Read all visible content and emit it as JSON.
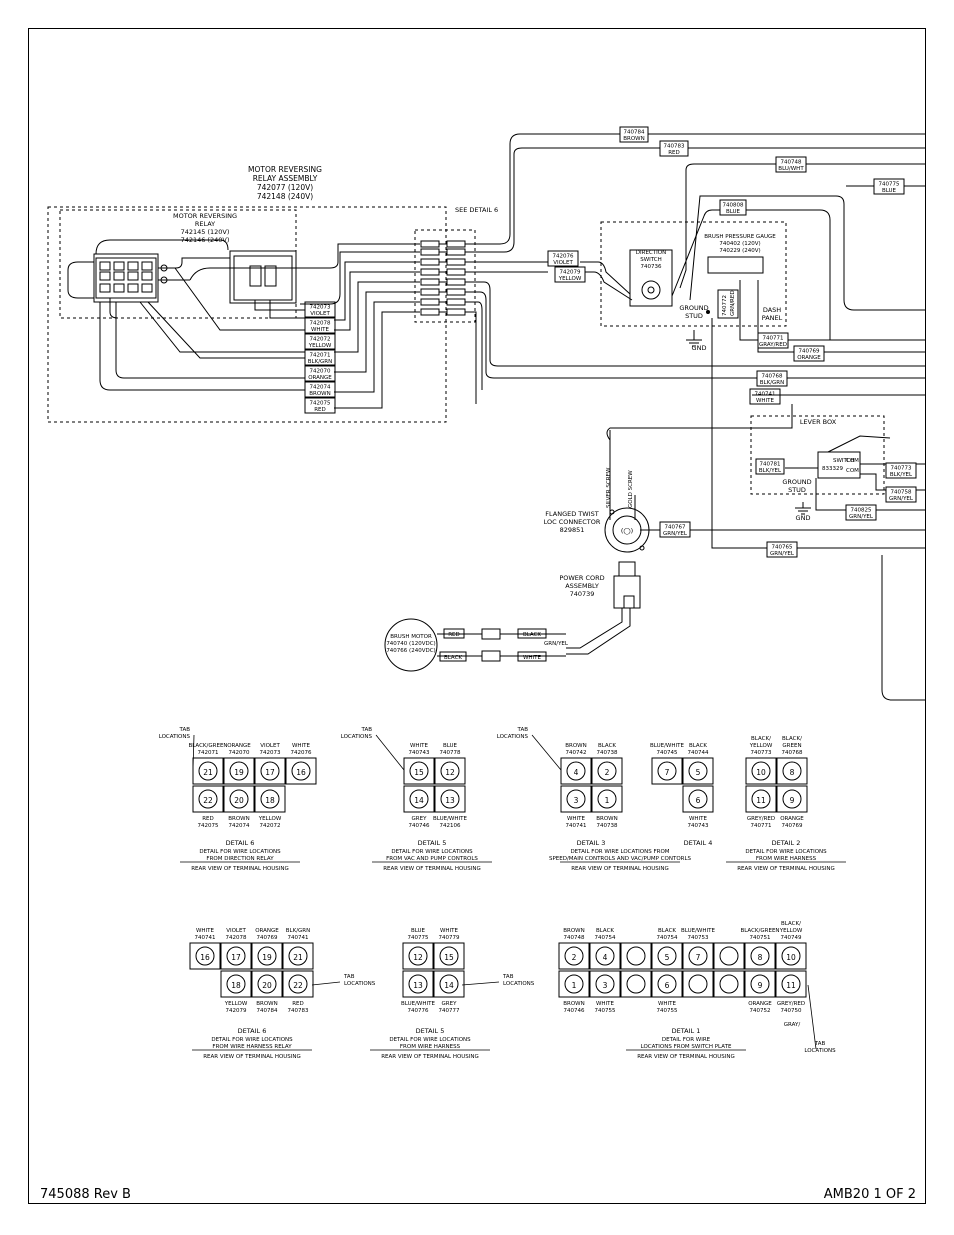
{
  "footer": {
    "doc_number": "745088 Rev B",
    "sheet": "AMB20 1 OF 2"
  },
  "relay_assembly": {
    "line1": "MOTOR REVERSING",
    "line2": "RELAY ASSEMBLY",
    "line3": "742077 (120V)",
    "line4": "742148 (240V)"
  },
  "relay": {
    "line1": "MOTOR REVERSING",
    "line2": "RELAY",
    "line3": "742145 (120V)",
    "line4": "742146 (240V)"
  },
  "see_detail": "SEE DETAIL 6",
  "left_wires": [
    {
      "num": "742073",
      "color": "VIOLET"
    },
    {
      "num": "742078",
      "color": "WHITE"
    },
    {
      "num": "742072",
      "color": "YELLOW"
    },
    {
      "num": "742071",
      "color": "BLK/GRN"
    },
    {
      "num": "742070",
      "color": "ORANGE"
    },
    {
      "num": "742074",
      "color": "BROWN"
    },
    {
      "num": "742075",
      "color": "RED"
    }
  ],
  "top_wires": [
    {
      "num": "740784",
      "color": "BROWN"
    },
    {
      "num": "740783",
      "color": "RED"
    },
    {
      "num": "740748",
      "color": "BLU/WHT"
    },
    {
      "num": "740775",
      "color": "BLUE"
    },
    {
      "num": "740808",
      "color": "BLUE"
    }
  ],
  "mid_wires": [
    {
      "num": "742076",
      "color": "VIOLET"
    },
    {
      "num": "742079",
      "color": "YELLOW"
    }
  ],
  "direction_switch": {
    "line1": "DIRECTION",
    "line2": "SWITCH",
    "line3": "740736"
  },
  "gauge": {
    "line1": "BRUSH PRESSURE GAUGE",
    "line2": "740402 (120V)",
    "line3": "740229 (240V)"
  },
  "dash_panel": {
    "line1": "DASH",
    "line2": "PANEL"
  },
  "ground_stud": {
    "line1": "GROUND",
    "line2": "STUD",
    "gnd": "GND"
  },
  "gauge_wire": {
    "num": "740772",
    "color": "GRN/RED"
  },
  "right_wires": [
    {
      "num": "740771",
      "color": "GRAY/RED"
    },
    {
      "num": "740769",
      "color": "ORANGE"
    },
    {
      "num": "740768",
      "color": "BLK/GRN"
    },
    {
      "num": "740741",
      "color": "WHITE"
    }
  ],
  "lever_box": {
    "title": "LEVER BOX",
    "switch_label": "SWITCH",
    "switch_num": "833329",
    "com": "COM",
    "ground1": "GROUND",
    "ground2": "STUD",
    "gnd": "GND",
    "w781": {
      "num": "740781",
      "color": "BLK/YEL"
    },
    "w773": {
      "num": "740773",
      "color": "BLK/YEL"
    },
    "w758": {
      "num": "740758",
      "color": "GRN/YEL"
    },
    "w825": {
      "num": "740825",
      "color": "GRN/YEL"
    }
  },
  "connector": {
    "line1": "FLANGED TWIST",
    "line2": "LOC CONNECTOR",
    "line3": "829851",
    "silver": "SILVER SCREW",
    "gold": "GOLD SCREW"
  },
  "w767": {
    "num": "740767",
    "color": "GRN/YEL"
  },
  "w765": {
    "num": "740765",
    "color": "GRN/YEL"
  },
  "power_cord": {
    "line1": "POWER CORD",
    "line2": "ASSEMBLY",
    "line3": "740739"
  },
  "brush_motor": {
    "line1": "BRUSH MOTOR",
    "line2": "740740 (120VDC)",
    "line3": "740766 (240VDC)"
  },
  "motor_leads": {
    "red": "RED",
    "black": "BLACK",
    "black2": "BLACK",
    "white": "WHITE",
    "grn": "GRN/YEL"
  },
  "tab_locations": "TAB LOCATIONS",
  "details_top": [
    {
      "title": "DETAIL 6",
      "sub1": "DETAIL FOR WIRE LOCATIONS",
      "sub2": "FROM DIRECTION RELAY",
      "rear": "REAR VIEW OF TERMINAL HOUSING",
      "top_labels": [
        [
          "BLACK/GREEN",
          "742071"
        ],
        [
          "ORANGE",
          "742070"
        ],
        [
          "VIOLET",
          "742073"
        ],
        [
          "WHITE",
          "742076"
        ]
      ],
      "top_pins": [
        "21",
        "19",
        "17",
        "16"
      ],
      "bot_pins": [
        "22",
        "20",
        "18"
      ],
      "bot_labels": [
        [
          "RED",
          "742075"
        ],
        [
          "BROWN",
          "742074"
        ],
        [
          "YELLOW",
          "742072"
        ]
      ]
    },
    {
      "title": "DETAIL 5",
      "sub1": "DETAIL FOR WIRE LOCATIONS",
      "sub2": "FROM VAC AND PUMP CONTROLS",
      "rear": "REAR VIEW OF TERMINAL HOUSING",
      "top_labels": [
        [
          "WHITE",
          "740743"
        ],
        [
          "BLUE",
          "740778"
        ]
      ],
      "top_pins": [
        "15",
        "12"
      ],
      "bot_pins": [
        "14",
        "13"
      ],
      "bot_labels": [
        [
          "GREY",
          "740746"
        ],
        [
          "BLUE/WHITE",
          "742106"
        ]
      ]
    },
    {
      "title": "DETAIL 3",
      "title2": "DETAIL 4",
      "sub1": "DETAIL FOR WIRE LOCATIONS FROM",
      "sub2": "SPEED/MAIN CONTROLS AND VAC/PUMP CONTORLS",
      "rear": "REAR VIEW OF TERMINAL HOUSING",
      "top_labels": [
        [
          "BROWN",
          "740742"
        ],
        [
          "BLACK",
          "740738"
        ]
      ],
      "top_pins": [
        "4",
        "2"
      ],
      "bot_pins": [
        "3",
        "1"
      ],
      "bot_labels": [
        [
          "WHITE",
          "740741"
        ],
        [
          "BROWN",
          "740738"
        ]
      ],
      "d4_top_labels": [
        [
          "BLUE/WHITE",
          "740745"
        ],
        [
          "BLACK",
          "740744"
        ]
      ],
      "d4_top_pins": [
        "7",
        "5"
      ],
      "d4_bot_pins": [
        "6"
      ],
      "d4_bot_labels": [
        [
          "WHITE",
          "740743"
        ]
      ]
    },
    {
      "title": "DETAIL 2",
      "sub1": "DETAIL FOR WIRE LOCATIONS",
      "sub2": "FROM WIRE HARNESS",
      "rear": "REAR VIEW OF TERMINAL HOUSING",
      "top_labels": [
        [
          "BLACK/",
          "YELLOW",
          "740773"
        ],
        [
          "BLACK/",
          "GREEN",
          "740768"
        ]
      ],
      "top_pins": [
        "10",
        "8"
      ],
      "bot_pins": [
        "11",
        "9"
      ],
      "bot_labels": [
        [
          "GREY/RED",
          "740771"
        ],
        [
          "ORANGE",
          "740769"
        ]
      ]
    }
  ],
  "details_bottom": [
    {
      "title": "DETAIL 6",
      "sub1": "DETAIL FOR WIRE LOCATIONS",
      "sub2": "FROM WIRE HARNESS RELAY",
      "rear": "REAR VIEW OF TERMINAL HOUSING",
      "top_labels": [
        [
          "WHITE",
          "740741"
        ],
        [
          "VIOLET",
          "742078"
        ],
        [
          "ORANGE",
          "740769"
        ],
        [
          "BLK/GRN",
          "740741"
        ]
      ],
      "top_pins": [
        "16",
        "17",
        "19",
        "21"
      ],
      "bot_pins": [
        "18",
        "20",
        "22"
      ],
      "bot_labels": [
        [
          "YELLOW",
          "742079"
        ],
        [
          "BROWN",
          "740784"
        ],
        [
          "RED",
          "740783"
        ]
      ]
    },
    {
      "title": "DETAIL 5",
      "sub1": "DETAIL FOR WIRE LOCATIONS",
      "sub2": "FROM WIRE HARNESS",
      "rear": "REAR VIEW OF TERMINAL HOUSING",
      "top_labels": [
        [
          "BLUE",
          "740775"
        ],
        [
          "WHITE",
          "740779"
        ]
      ],
      "top_pins": [
        "12",
        "15"
      ],
      "bot_pins": [
        "13",
        "14"
      ],
      "bot_labels": [
        [
          "BLUE/WHITE",
          "740776"
        ],
        [
          "GREY",
          "740777"
        ]
      ]
    },
    {
      "title": "DETAIL 1",
      "sub1": "DETAIL FOR WIRE",
      "sub2": "LOCATIONS FROM SWITCH PLATE",
      "rear": "REAR VIEW OF TERMINAL HOUSING",
      "top_labels": [
        [
          "BROWN",
          "740748"
        ],
        [
          "BLACK",
          "740754"
        ],
        [
          "",
          ""
        ],
        [
          "BLACK",
          "740754"
        ],
        [
          "BLUE/WHITE",
          "740753"
        ],
        [
          "",
          ""
        ],
        [
          "BLACK/GREEN",
          "740751"
        ],
        [
          "BLACK/",
          "YELLOW",
          "740749"
        ]
      ],
      "top_pins": [
        "2",
        "4",
        "",
        "5",
        "7",
        "",
        "8",
        "10"
      ],
      "bot_pins": [
        "1",
        "3",
        "",
        "6",
        "",
        "",
        "9",
        "11"
      ],
      "bot_labels": [
        [
          "BROWN",
          "740746"
        ],
        [
          "WHITE",
          "740755"
        ],
        [
          "",
          ""
        ],
        [
          "WHITE",
          "740755"
        ],
        [
          "",
          ""
        ],
        [
          "",
          ""
        ],
        [
          "ORANGE",
          "740752"
        ],
        [
          "GREY/RED",
          "740750"
        ]
      ],
      "gray": "GRAY/"
    }
  ]
}
